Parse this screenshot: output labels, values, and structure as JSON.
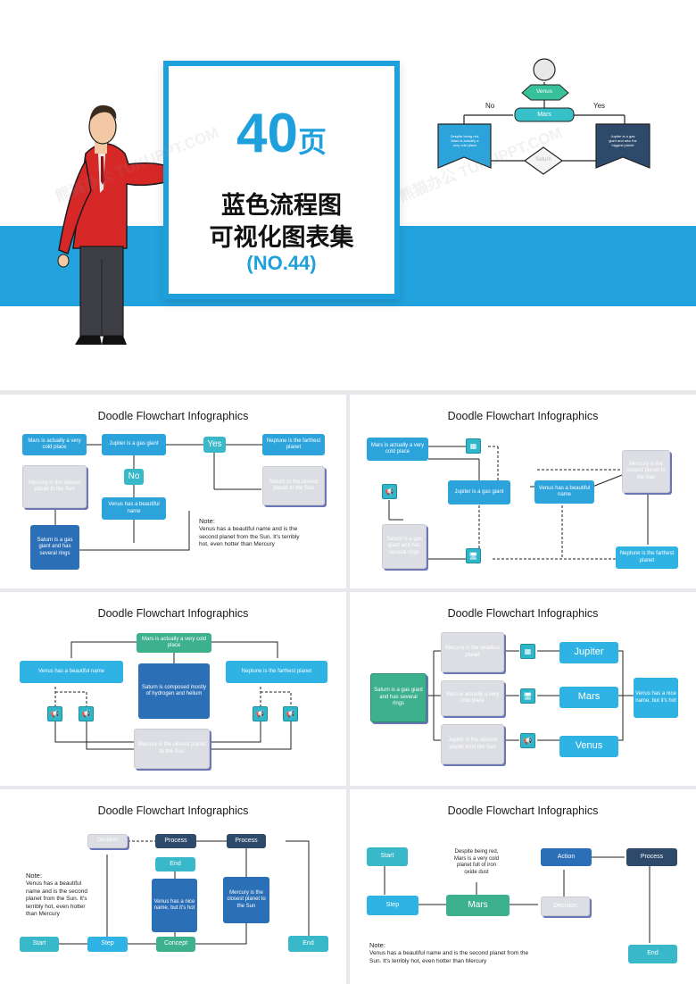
{
  "cover": {
    "big_number": "40",
    "page_char": "页",
    "line1": "蓝色流程图",
    "line2": "可视化图表集",
    "code": "(NO.44)",
    "mini": {
      "venus": "Venus",
      "mars": "Mars",
      "no": "No",
      "yes": "Yes",
      "left_text": "Despite being red, Mars is actually a very cold place",
      "right_text": "Jupiter is a gas giant and also the biggest planet",
      "diamond": "Saturn"
    },
    "watermark": "熊猫办公 TUKUPPT.COM"
  },
  "slide_title": "Doodle Flowchart Infographics",
  "s1": {
    "mars": "Mars is actually a very cold place",
    "jupiter": "Jupiter is a gas giant",
    "yes": "Yes",
    "neptune": "Neptune is the farthest planet",
    "mercury": "Mercury is the closest planet to the Sun",
    "no": "No",
    "return": "Return to the closest planet to the Sun",
    "venus": "Venus has a beautiful name",
    "saturn": "Saturn is a gas giant and has several rings",
    "note_title": "Note:",
    "note_text": "Venus has a beautiful name and is the second planet from the Sun. It's terribly hot, even hotter than Mercury"
  },
  "s2": {
    "mars": "Mars is actually a very cold place",
    "jupiter": "Jupiter is a gas giant",
    "venus": "Venus has a beautiful name",
    "mercury": "Mercury is the closest planet to the Sun",
    "saturn": "Saturn is a gas giant and has several rings",
    "neptune": "Neptune is the farthest planet"
  },
  "s3": {
    "mars": "Mars is actually a very cold place",
    "venus": "Venus has a beautiful name",
    "neptune": "Neptune is the farthest planet",
    "saturn": "Saturn is composed mostly of hydrogen and helium",
    "mercury": "Mercury is the closest planet to the Sun"
  },
  "s4": {
    "saturn": "Saturn is a gas giant and has several rings",
    "mercury": "Mercury is the smallest planet",
    "mars_text": "Mars is actually a very cold place",
    "jupiter_text": "Jupiter is the second planet from the Sun",
    "jupiter": "Jupiter",
    "mars": "Mars",
    "venus": "Venus",
    "venus_nice": "Venus has a nice name, but it's hot"
  },
  "s5": {
    "decision": "Decision",
    "process1": "Process",
    "process2": "Process",
    "end1": "End",
    "venus": "Venus has a nice name, but it's hot",
    "mercury": "Mercury is the closest planet to the Sun",
    "start": "Start",
    "step": "Step",
    "concept": "Concept",
    "end2": "End",
    "note_title": "Note:",
    "note_text": "Venus has a beautiful name and is the second planet from the Sun. It's terribly hot, even hotter than Mercury"
  },
  "s6": {
    "start": "Start",
    "despite": "Despite being red, Mars is a very cold planet full of iron oxide dust",
    "action": "Action",
    "process": "Process",
    "step": "Step",
    "mars": "Mars",
    "decision": "Decision",
    "end": "End",
    "note_title": "Note:",
    "note_text": "Venus has a beautiful name and is the second planet from the Sun. It's terribly hot, even hotter than Mercury"
  },
  "colors": {
    "accent": "#1ea0dc",
    "band": "#22a3de",
    "red_jacket": "#d72828"
  }
}
